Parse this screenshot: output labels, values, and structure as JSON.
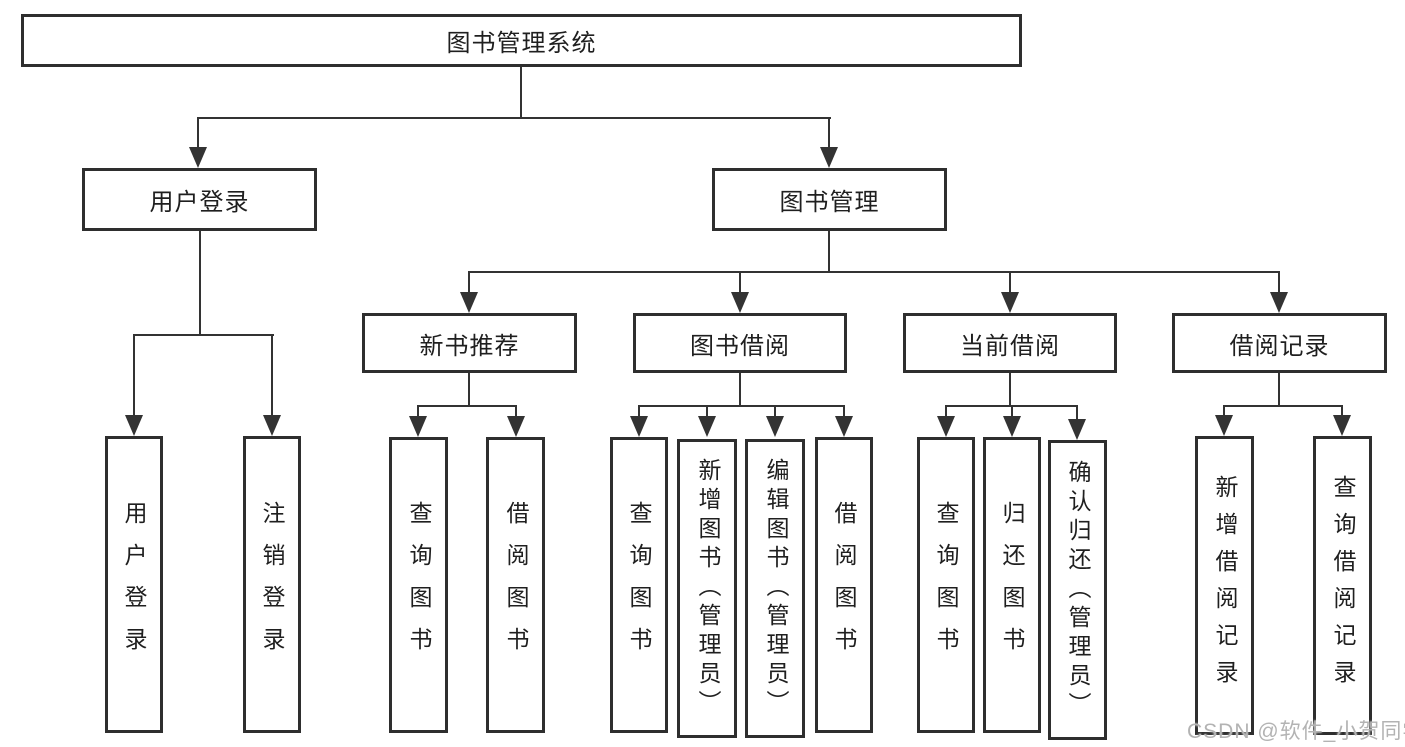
{
  "tree": {
    "label": "图书管理系统",
    "children": [
      {
        "label": "用户登录",
        "children": [
          {
            "label": "用户登录"
          },
          {
            "label": "注销登录"
          }
        ]
      },
      {
        "label": "图书管理",
        "children": [
          {
            "label": "新书推荐",
            "children": [
              {
                "label": "查询图书"
              },
              {
                "label": "借阅图书"
              }
            ]
          },
          {
            "label": "图书借阅",
            "children": [
              {
                "label": "查询图书"
              },
              {
                "label": "新增图书（管理员）"
              },
              {
                "label": "编辑图书（管理员）"
              },
              {
                "label": "借阅图书"
              }
            ]
          },
          {
            "label": "当前借阅",
            "children": [
              {
                "label": "查询图书"
              },
              {
                "label": "归还图书"
              },
              {
                "label": "确认归还（管理员）"
              }
            ]
          },
          {
            "label": "借阅记录",
            "children": [
              {
                "label": "新增借阅记录"
              },
              {
                "label": "查询借阅记录"
              }
            ]
          }
        ]
      }
    ]
  },
  "watermark": "CSDN @软件_小贺同学",
  "colors": {
    "line": "#333333",
    "border": "#2e2e2e",
    "text": "#1f1f1f",
    "watermark": "#b3b3b3",
    "background": "#ffffff"
  }
}
